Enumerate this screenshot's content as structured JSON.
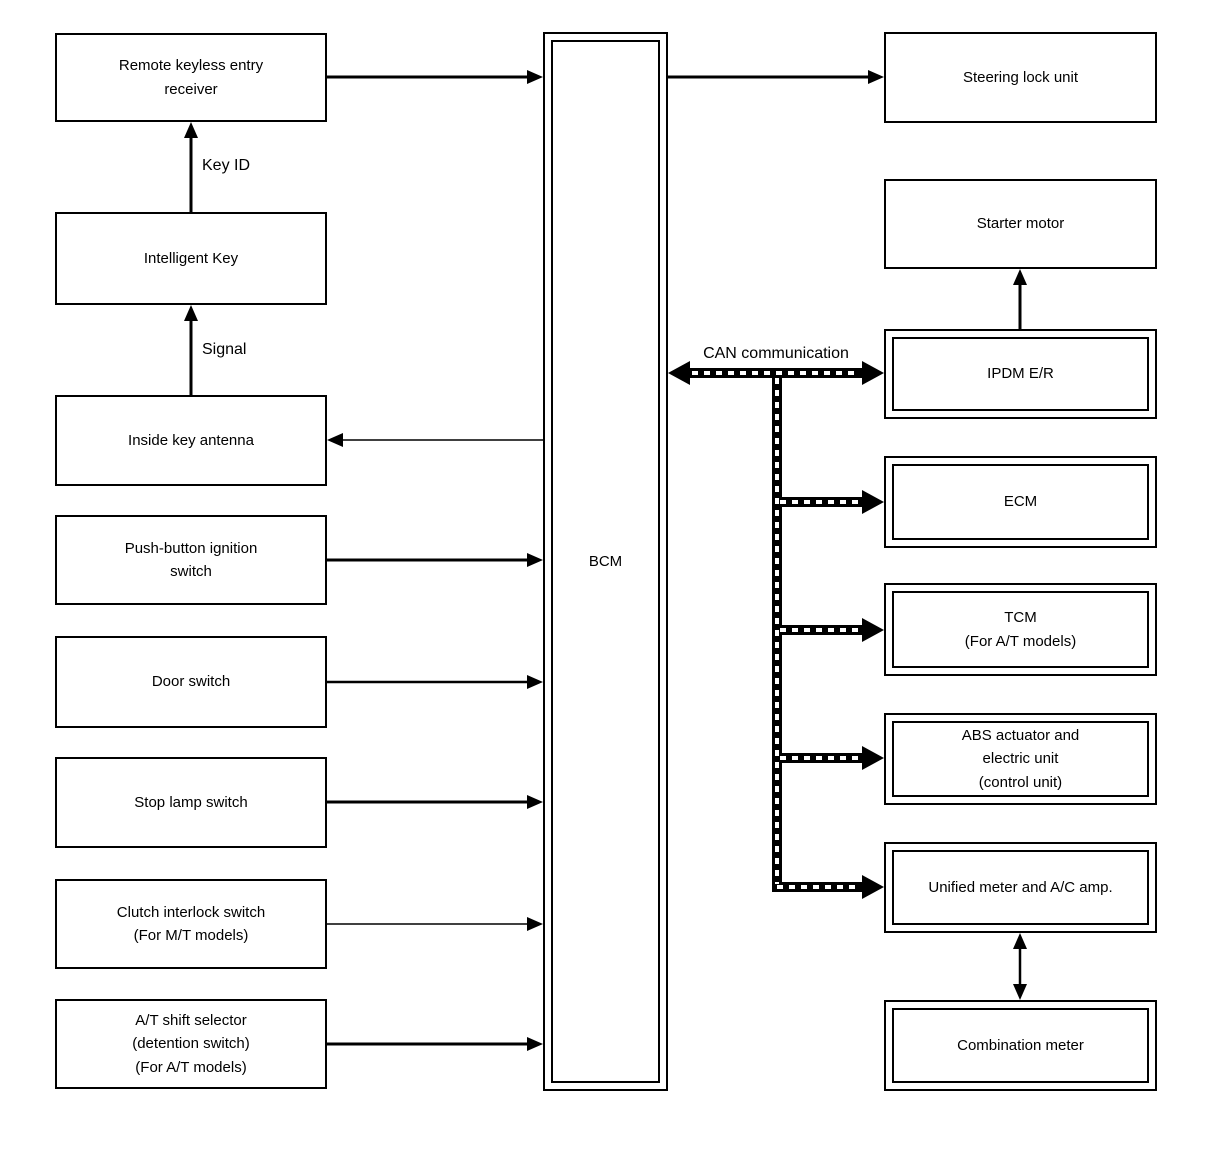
{
  "colors": {
    "line": "#000000",
    "bg": "#ffffff"
  },
  "nodes": {
    "remote_keyless_receiver": {
      "label": "Remote keyless entry\nreceiver"
    },
    "intelligent_key": {
      "label": "Intelligent Key"
    },
    "inside_key_antenna": {
      "label": "Inside key antenna"
    },
    "push_button_ignition": {
      "label": "Push-button ignition\nswitch"
    },
    "door_switch": {
      "label": "Door switch"
    },
    "stop_lamp_switch": {
      "label": "Stop lamp switch"
    },
    "clutch_interlock": {
      "label": "Clutch interlock switch\n(For M/T models)"
    },
    "at_shift_selector": {
      "label": "A/T shift selector\n(detention switch)\n(For A/T models)"
    },
    "bcm": {
      "label": "BCM"
    },
    "steering_lock": {
      "label": "Steering lock unit"
    },
    "starter_motor": {
      "label": "Starter motor"
    },
    "ipdm": {
      "label": "IPDM E/R"
    },
    "ecm": {
      "label": "ECM"
    },
    "tcm": {
      "label": "TCM\n(For A/T models)"
    },
    "abs_actuator": {
      "label": "ABS actuator and\nelectric unit\n(control unit)"
    },
    "unified_meter": {
      "label": "Unified meter and A/C amp."
    },
    "combination_meter": {
      "label": "Combination meter"
    }
  },
  "labels": {
    "key_id": "Key ID",
    "signal": "Signal",
    "can_communication": "CAN communication"
  },
  "connections": [
    {
      "from": "Intelligent Key",
      "to": "Remote keyless entry receiver",
      "label": "Key ID",
      "style": "solid",
      "direction": "one-way"
    },
    {
      "from": "Inside key antenna",
      "to": "Intelligent Key",
      "label": "Signal",
      "style": "solid",
      "direction": "one-way"
    },
    {
      "from": "Remote keyless entry receiver",
      "to": "BCM",
      "style": "solid",
      "direction": "one-way"
    },
    {
      "from": "BCM",
      "to": "Steering lock unit",
      "style": "solid",
      "direction": "one-way"
    },
    {
      "from": "BCM",
      "to": "Inside key antenna",
      "style": "solid-thin",
      "direction": "one-way"
    },
    {
      "from": "Push-button ignition switch",
      "to": "BCM",
      "style": "solid",
      "direction": "one-way"
    },
    {
      "from": "Door switch",
      "to": "BCM",
      "style": "solid",
      "direction": "one-way"
    },
    {
      "from": "Stop lamp switch",
      "to": "BCM",
      "style": "solid",
      "direction": "one-way"
    },
    {
      "from": "Clutch interlock switch (For M/T models)",
      "to": "BCM",
      "style": "solid-thin",
      "direction": "one-way"
    },
    {
      "from": "A/T shift selector (detention switch) (For A/T models)",
      "to": "BCM",
      "style": "solid",
      "direction": "one-way"
    },
    {
      "from": "BCM",
      "to": "IPDM E/R",
      "label": "CAN communication",
      "style": "can-dashed",
      "direction": "two-way"
    },
    {
      "from": "CAN bus",
      "to": "ECM",
      "style": "can-dashed",
      "direction": "one-way"
    },
    {
      "from": "CAN bus",
      "to": "TCM (For A/T models)",
      "style": "can-dashed",
      "direction": "one-way"
    },
    {
      "from": "CAN bus",
      "to": "ABS actuator and electric unit (control unit)",
      "style": "can-dashed",
      "direction": "one-way"
    },
    {
      "from": "CAN bus",
      "to": "Unified meter and A/C amp.",
      "style": "can-dashed",
      "direction": "one-way"
    },
    {
      "from": "IPDM E/R",
      "to": "Starter motor",
      "style": "solid",
      "direction": "one-way"
    },
    {
      "from": "Unified meter and A/C amp.",
      "to": "Combination meter",
      "style": "solid",
      "direction": "two-way"
    }
  ]
}
